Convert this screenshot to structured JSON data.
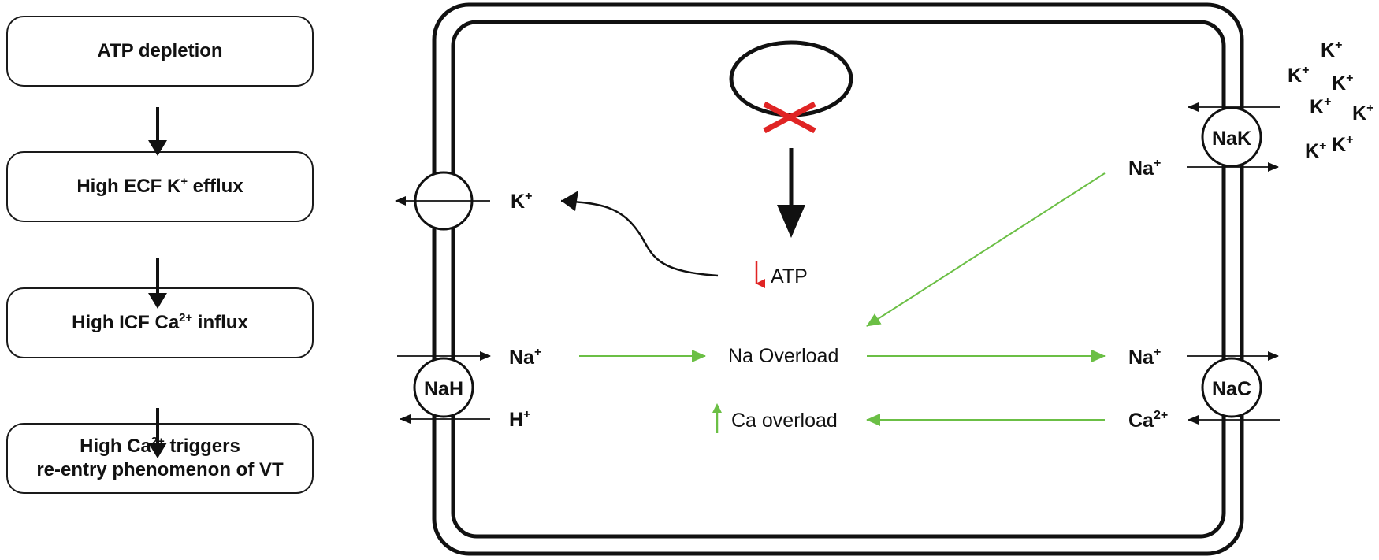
{
  "flowchart": {
    "steps": [
      {
        "main": "ATP depletion"
      },
      {
        "pre": "High ECF K",
        "sup": "+",
        "post": " efflux"
      },
      {
        "pre": "High ICF Ca",
        "sup": "2+",
        "post": " influx"
      },
      {
        "line1_pre": "High Ca",
        "line1_sup": "2+",
        "line1_post": " triggers",
        "line2": "re-entry phenomenon of VT"
      }
    ]
  },
  "cell": {
    "atp_label": "ATP",
    "na_overload": "Na Overload",
    "ca_overload": "Ca overload",
    "transporters": {
      "nah": "NaH",
      "nak": "NaK",
      "nac": "NaC"
    },
    "ions": {
      "k": "K",
      "k_sup": "+",
      "na": "Na",
      "na_sup": "+",
      "h": "H",
      "h_sup": "+",
      "ca": "Ca",
      "ca_sup": "2+"
    }
  },
  "colors": {
    "green": "#6bbf45",
    "red": "#e02424",
    "black": "#111111"
  }
}
